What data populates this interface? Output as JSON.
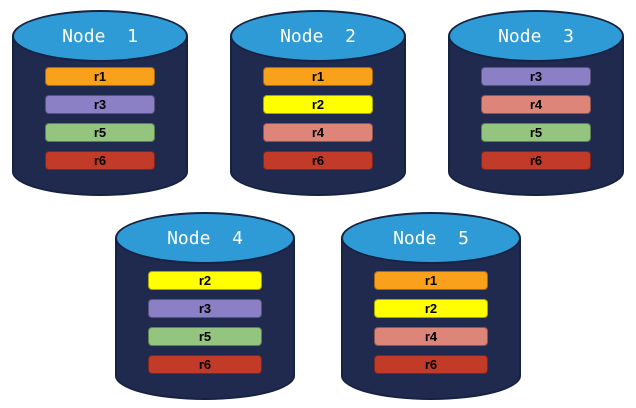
{
  "diagram_title": "replica-distribution-across-nodes",
  "colors": {
    "background": "#FFFFFF",
    "cylinder_body": "#1F2A4E",
    "cylinder_outline": "#152242",
    "cylinder_top": "#2F9BD6",
    "node_label_color": "#FFFFFF",
    "bar_text_color": "#000000"
  },
  "replica_colors": {
    "r1": "#F9A11B",
    "r2": "#FFFF00",
    "r3": "#8B80C5",
    "r4": "#DE8579",
    "r5": "#94C57F",
    "r6": "#C23B28"
  },
  "nodes": [
    {
      "label": "Node  1",
      "replicas": [
        "r1",
        "r3",
        "r5",
        "r6"
      ]
    },
    {
      "label": "Node  2",
      "replicas": [
        "r1",
        "r2",
        "r4",
        "r6"
      ]
    },
    {
      "label": "Node  3",
      "replicas": [
        "r3",
        "r4",
        "r5",
        "r6"
      ]
    },
    {
      "label": "Node  4",
      "replicas": [
        "r2",
        "r3",
        "r5",
        "r6"
      ]
    },
    {
      "label": "Node  5",
      "replicas": [
        "r1",
        "r2",
        "r4",
        "r6"
      ]
    }
  ]
}
